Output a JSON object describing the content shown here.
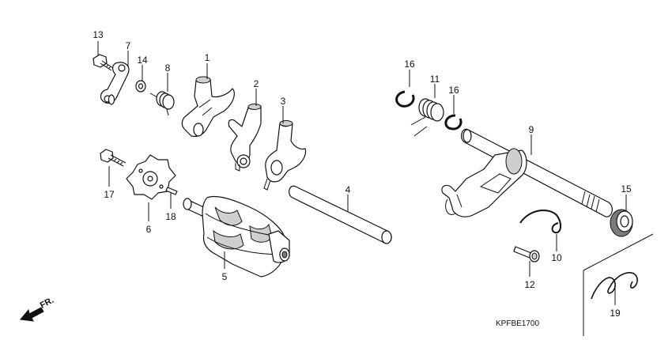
{
  "callouts": {
    "c1": "1",
    "c2": "2",
    "c3": "3",
    "c4": "4",
    "c5": "5",
    "c6": "6",
    "c7": "7",
    "c8": "8",
    "c9": "9",
    "c10": "10",
    "c11": "11",
    "c12": "12",
    "c13": "13",
    "c14": "14",
    "c15": "15",
    "c16a": "16",
    "c16b": "16",
    "c17": "17",
    "c18": "18",
    "c19": "19"
  },
  "front_indicator": "FR.",
  "diagram_code": "KPFBE1700",
  "colors": {
    "line": "#111111",
    "shade": "#cfcfcf",
    "background": "#ffffff"
  }
}
